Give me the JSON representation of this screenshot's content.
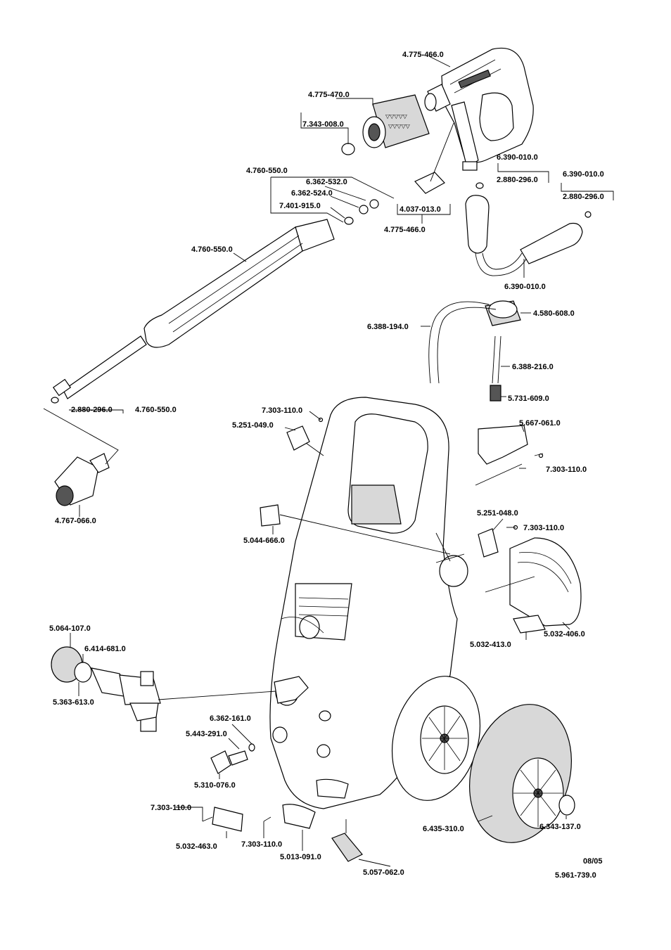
{
  "diagram": {
    "labels": {
      "gun": "4.775-466.0",
      "gun_sleeve": "4.775-470.0",
      "gun_ring": "7.343-008.0",
      "lance_top": "4.760-550.0",
      "oring_532": "6.362-532.0",
      "oring_524": "6.362-524.0",
      "oring_915": "7.401-915.0",
      "clip_part": "4.037-013.0",
      "gun_bottom": "4.775-466.0",
      "hose_top": "6.390-010.0",
      "hose_top_oring": "2.880-296.0",
      "hose_right": "6.390-010.0",
      "hose_right_oring": "2.880-296.0",
      "hose_bottom": "6.390-010.0",
      "lance_mid": "4.760-550.0",
      "cap": "4.580-608.0",
      "tube_long": "6.388-194.0",
      "tube_short": "6.388-216.0",
      "filter": "5.731-609.0",
      "lance_oring": "2.880-296.0",
      "lance_ref": "4.760-550.0",
      "screw_a": "7.303-110.0",
      "holder_a": "5.251-049.0",
      "bracket": "5.667-061.0",
      "screw_b": "7.303-110.0",
      "nozzle": "4.767-066.0",
      "holder_b": "5.251-048.0",
      "screw_c": "7.303-110.0",
      "plate": "5.044-666.0",
      "hose_reel_cover": "5.032-406.0",
      "cover_plate": "5.032-413.0",
      "inlet_cap": "5.064-107.0",
      "inlet_oring": "6.414-681.0",
      "inlet_body": "5.363-613.0",
      "oring_161": "6.362-161.0",
      "nipple": "5.443-291.0",
      "nut": "5.310-076.0",
      "screw_d": "7.303-110.0",
      "bottom_plate": "5.032-463.0",
      "screw_e": "7.303-110.0",
      "clip_bottom": "5.013-091.0",
      "brush": "5.057-062.0",
      "wheel": "6.435-310.0",
      "hub_cap": "6.343-137.0"
    },
    "footer": {
      "date": "08/05",
      "doc_number": "5.961-739.0"
    }
  }
}
